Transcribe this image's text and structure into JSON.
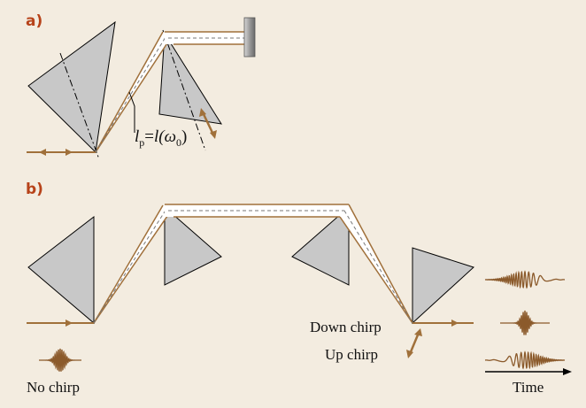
{
  "panels": {
    "a": {
      "label": "a)"
    },
    "b": {
      "label": "b)"
    }
  },
  "formula": {
    "l": "l",
    "p": "p",
    "eq": "=",
    "rhs": "l(ω",
    "sub0": "0",
    "close": ")"
  },
  "labels": {
    "no_chirp": "No chirp",
    "down_chirp": "Down chirp",
    "up_chirp": "Up chirp",
    "time": "Time"
  },
  "colors": {
    "background": "#f3ece0",
    "prism_fill": "#c8c8c8",
    "beam": "#a0703a",
    "panel_label": "#b7431a",
    "mirror": "#8a8a8a"
  }
}
